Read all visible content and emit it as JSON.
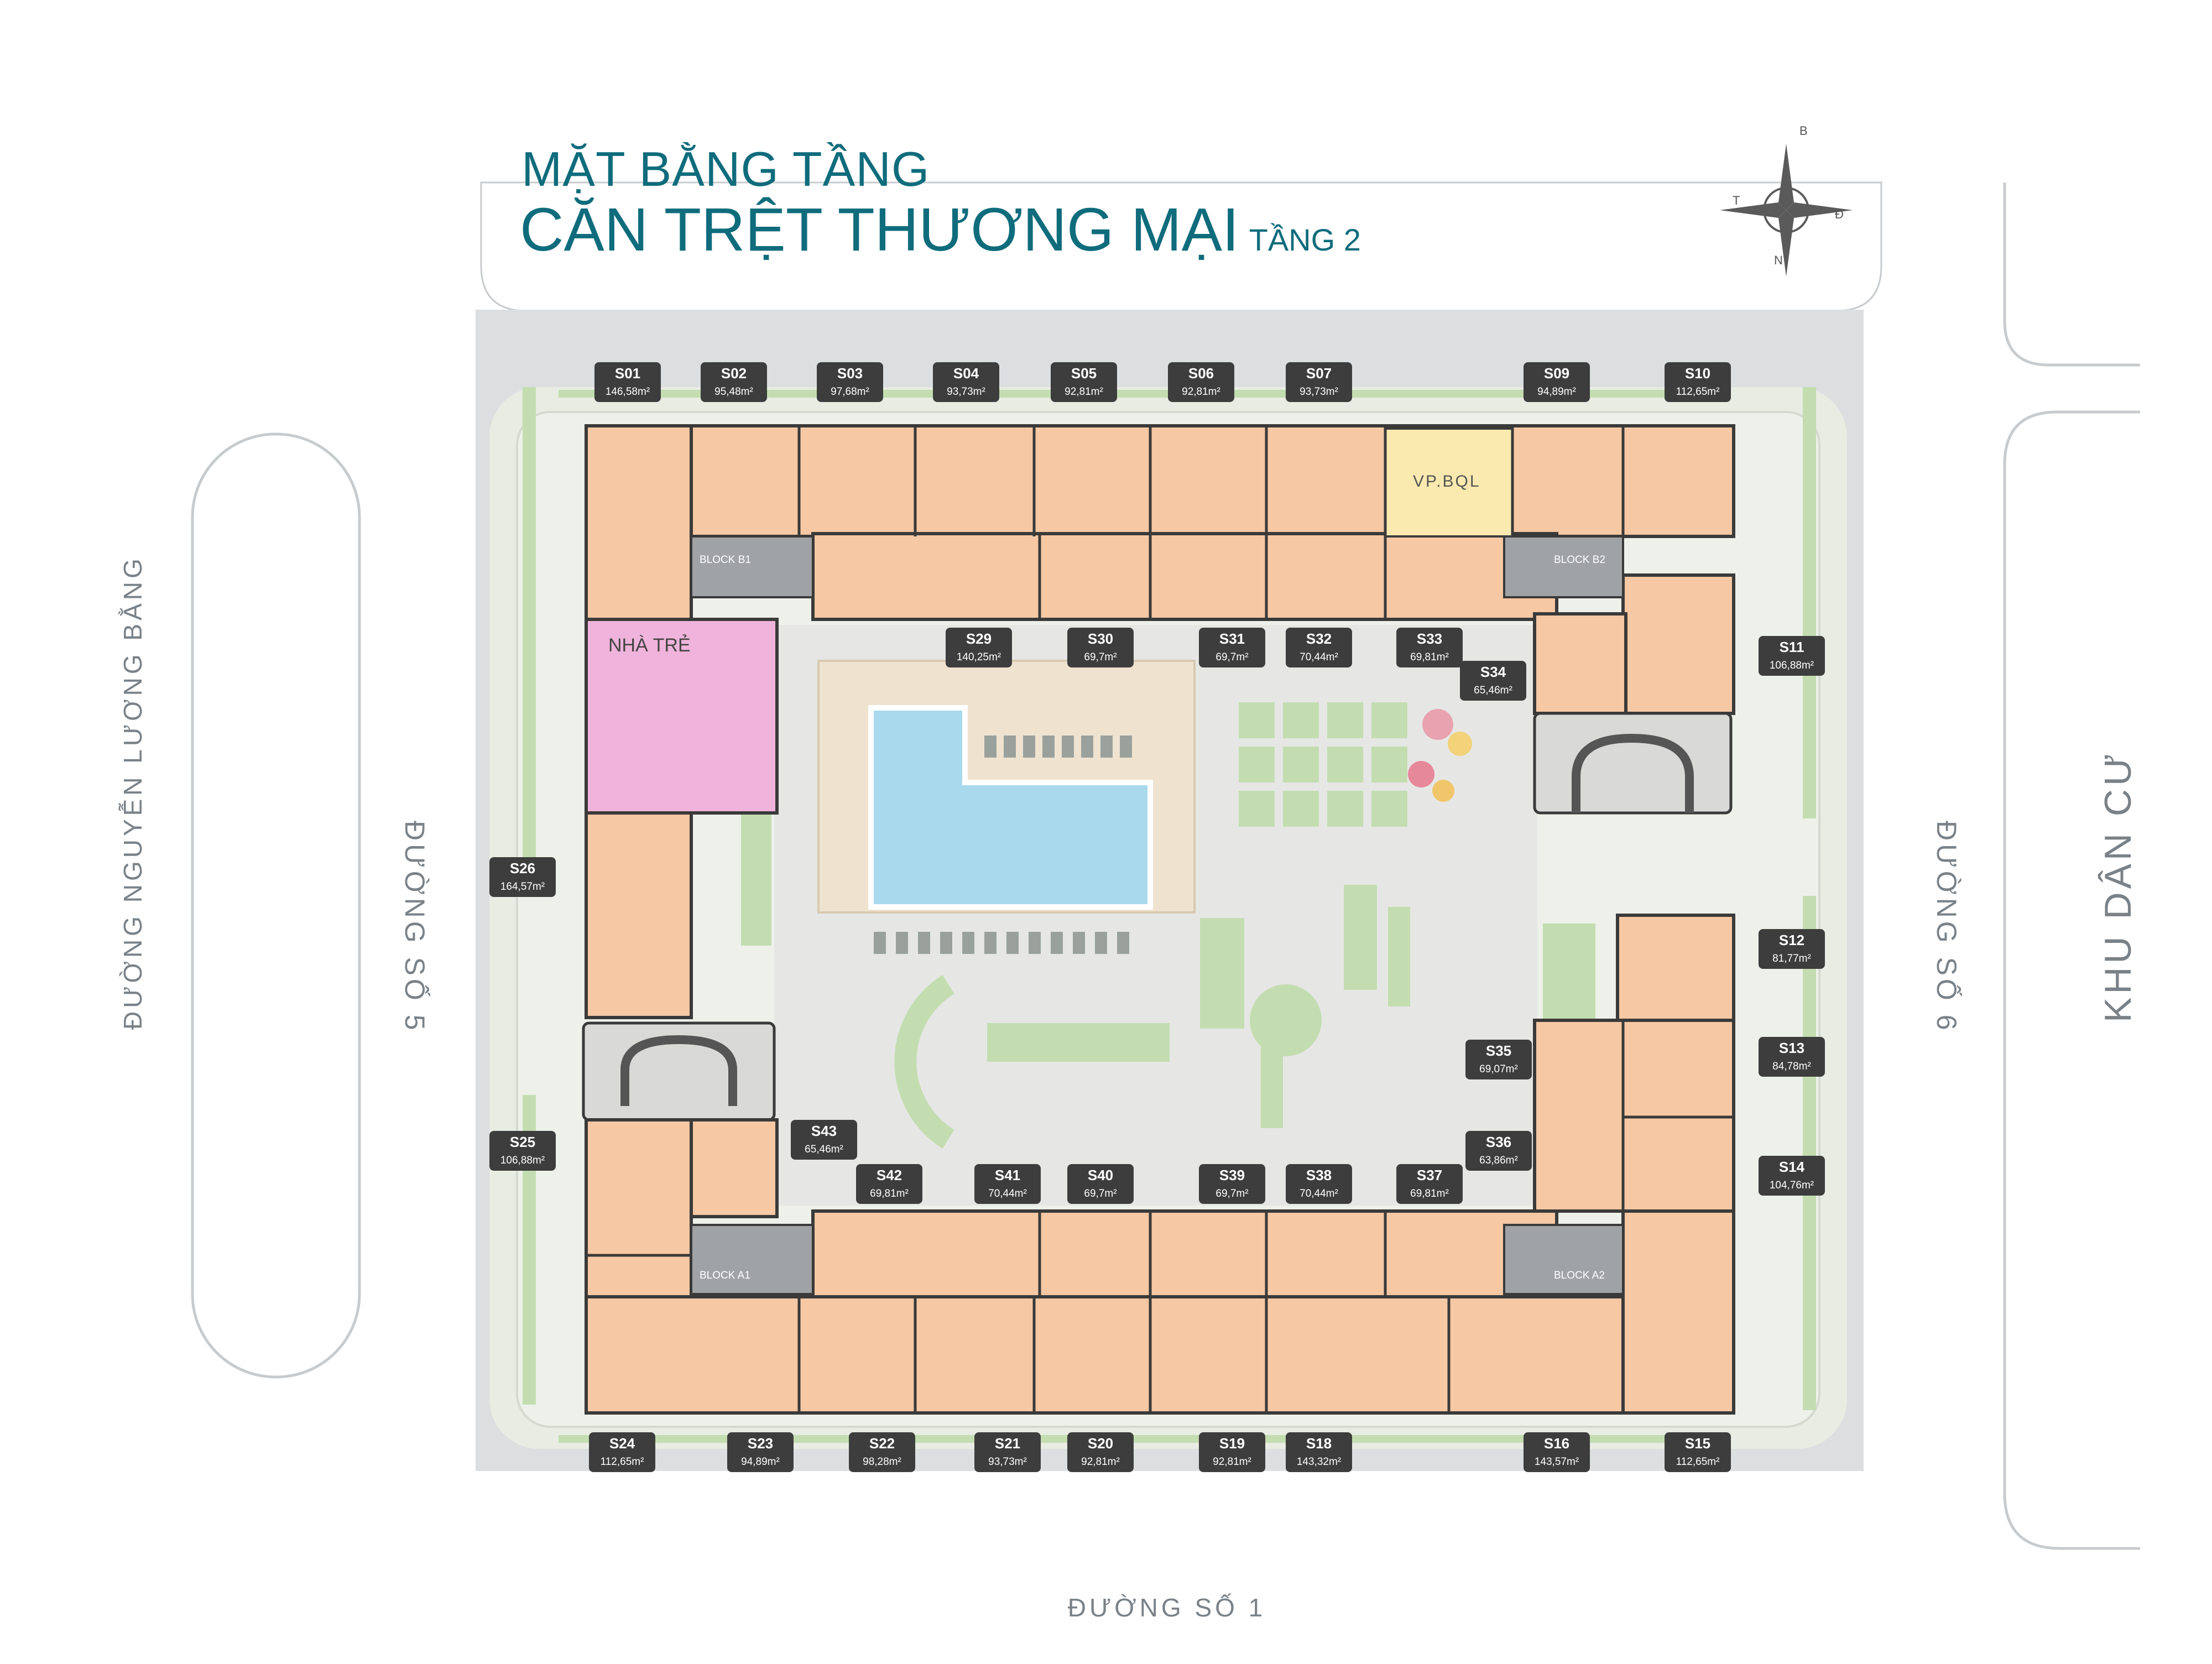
{
  "title": {
    "line1": "MẶT BẰNG TẦNG",
    "line2": "CĂN TRỆT THƯƠNG MẠI",
    "line2_suffix": "TẦNG 2"
  },
  "compass": {
    "north": "N",
    "south": "B",
    "east": "Đ",
    "west": "T"
  },
  "streets": {
    "left_outer": "ĐƯỜNG NGUYỄN LƯƠNG BẰNG",
    "left_inner": "ĐƯỜNG SỐ 5",
    "right_inner": "ĐƯỜNG SỐ 6",
    "right_outer": "KHU DÂN CƯ",
    "bottom": "ĐƯỜNG SỐ 1"
  },
  "areas": {
    "nursery": "NHÀ TRẺ",
    "office": "VP.BQL",
    "blocks": [
      "BLOCK B1",
      "BLOCK B2",
      "BLOCK A1",
      "BLOCK A2"
    ]
  },
  "colors": {
    "unit": "#f6c8a3",
    "nursery": "#f0b4dc",
    "office": "#faeab0",
    "pool": "#a9d9ec",
    "accent": "#0f6c7c",
    "label_bg": "#3d3d3d"
  },
  "units": [
    {
      "code": "S01",
      "area": "146,58m²"
    },
    {
      "code": "S02",
      "area": "95,48m²"
    },
    {
      "code": "S03",
      "area": "97,68m²"
    },
    {
      "code": "S04",
      "area": "93,73m²"
    },
    {
      "code": "S05",
      "area": "92,81m²"
    },
    {
      "code": "S06",
      "area": "92,81m²"
    },
    {
      "code": "S07",
      "area": "93,73m²"
    },
    {
      "code": "S09",
      "area": "94,89m²"
    },
    {
      "code": "S10",
      "area": "112,65m²"
    },
    {
      "code": "S11",
      "area": "106,88m²"
    },
    {
      "code": "S12",
      "area": "81,77m²"
    },
    {
      "code": "S13",
      "area": "84,78m²"
    },
    {
      "code": "S14",
      "area": "104,76m²"
    },
    {
      "code": "S15",
      "area": "112,65m²"
    },
    {
      "code": "S16",
      "area": "143,57m²"
    },
    {
      "code": "S18",
      "area": "143,32m²"
    },
    {
      "code": "S19",
      "area": "92,81m²"
    },
    {
      "code": "S20",
      "area": "92,81m²"
    },
    {
      "code": "S21",
      "area": "93,73m²"
    },
    {
      "code": "S22",
      "area": "98,28m²"
    },
    {
      "code": "S23",
      "area": "94,89m²"
    },
    {
      "code": "S24",
      "area": "112,65m²"
    },
    {
      "code": "S25",
      "area": "106,88m²"
    },
    {
      "code": "S26",
      "area": "164,57m²"
    },
    {
      "code": "S29",
      "area": "140,25m²"
    },
    {
      "code": "S30",
      "area": "69,7m²"
    },
    {
      "code": "S31",
      "area": "69,7m²"
    },
    {
      "code": "S32",
      "area": "70,44m²"
    },
    {
      "code": "S33",
      "area": "69,81m²"
    },
    {
      "code": "S34",
      "area": "65,46m²"
    },
    {
      "code": "S35",
      "area": "69,07m²"
    },
    {
      "code": "S36",
      "area": "63,86m²"
    },
    {
      "code": "S37",
      "area": "69,81m²"
    },
    {
      "code": "S38",
      "area": "70,44m²"
    },
    {
      "code": "S39",
      "area": "69,7m²"
    },
    {
      "code": "S40",
      "area": "69,7m²"
    },
    {
      "code": "S41",
      "area": "70,44m²"
    },
    {
      "code": "S42",
      "area": "69,81m²"
    },
    {
      "code": "S43",
      "area": "65,46m²"
    }
  ]
}
